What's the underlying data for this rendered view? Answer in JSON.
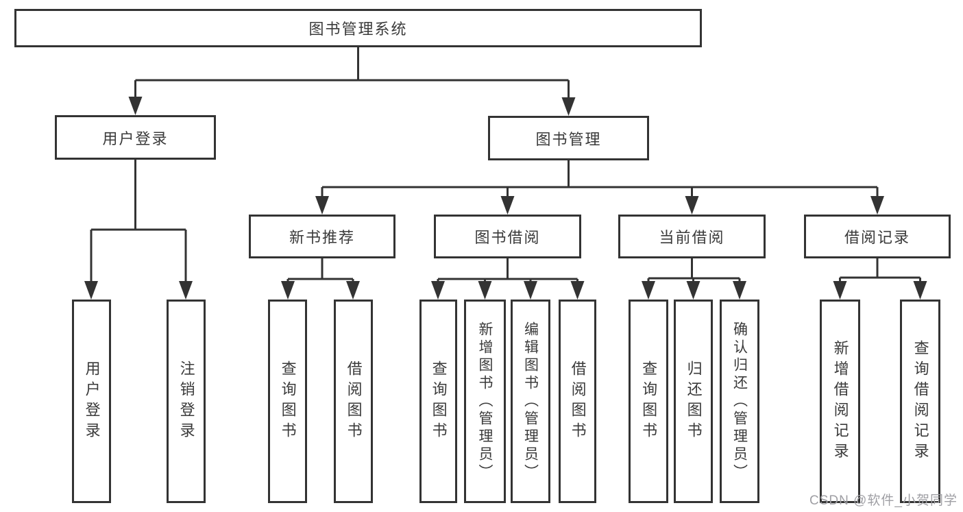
{
  "diagram": {
    "type": "hierarchy-tree",
    "title": "图书管理系统",
    "watermark": "CSDN @软件_小贺同学",
    "colors": {
      "border": "#333333",
      "connector": "#333333",
      "text": "#3a3a3a",
      "background": "#ffffff",
      "watermark": "#9f9fa4"
    },
    "nodes": {
      "root": "图书管理系统",
      "user_login": "用户登录",
      "book_mgmt": "图书管理",
      "new_book_rec": "新书推荐",
      "book_borrow": "图书借阅",
      "current_borrow": "当前借阅",
      "borrow_records": "借阅记录",
      "leaf_user_login": "用户登录",
      "leaf_logout": "注销登录",
      "rec_query_book": "查询图书",
      "rec_borrow_book": "借阅图书",
      "bb_query_book": "查询图书",
      "bb_add_book": "新增图书（管理员）",
      "bb_edit_book": "编辑图书（管理员）",
      "bb_borrow_book": "借阅图书",
      "cb_query_book": "查询图书",
      "cb_return_book": "归还图书",
      "cb_confirm_return": "确认归还（管理员）",
      "br_add_record": "新增借阅记录",
      "br_query_record": "查询借阅记录"
    },
    "hierarchy": {
      "图书管理系统": {
        "用户登录": [
          "用户登录",
          "注销登录"
        ],
        "图书管理": {
          "新书推荐": [
            "查询图书",
            "借阅图书"
          ],
          "图书借阅": [
            "查询图书",
            "新增图书（管理员）",
            "编辑图书（管理员）",
            "借阅图书"
          ],
          "当前借阅": [
            "查询图书",
            "归还图书",
            "确认归还（管理员）"
          ],
          "借阅记录": [
            "新增借阅记录",
            "查询借阅记录"
          ]
        }
      }
    }
  }
}
